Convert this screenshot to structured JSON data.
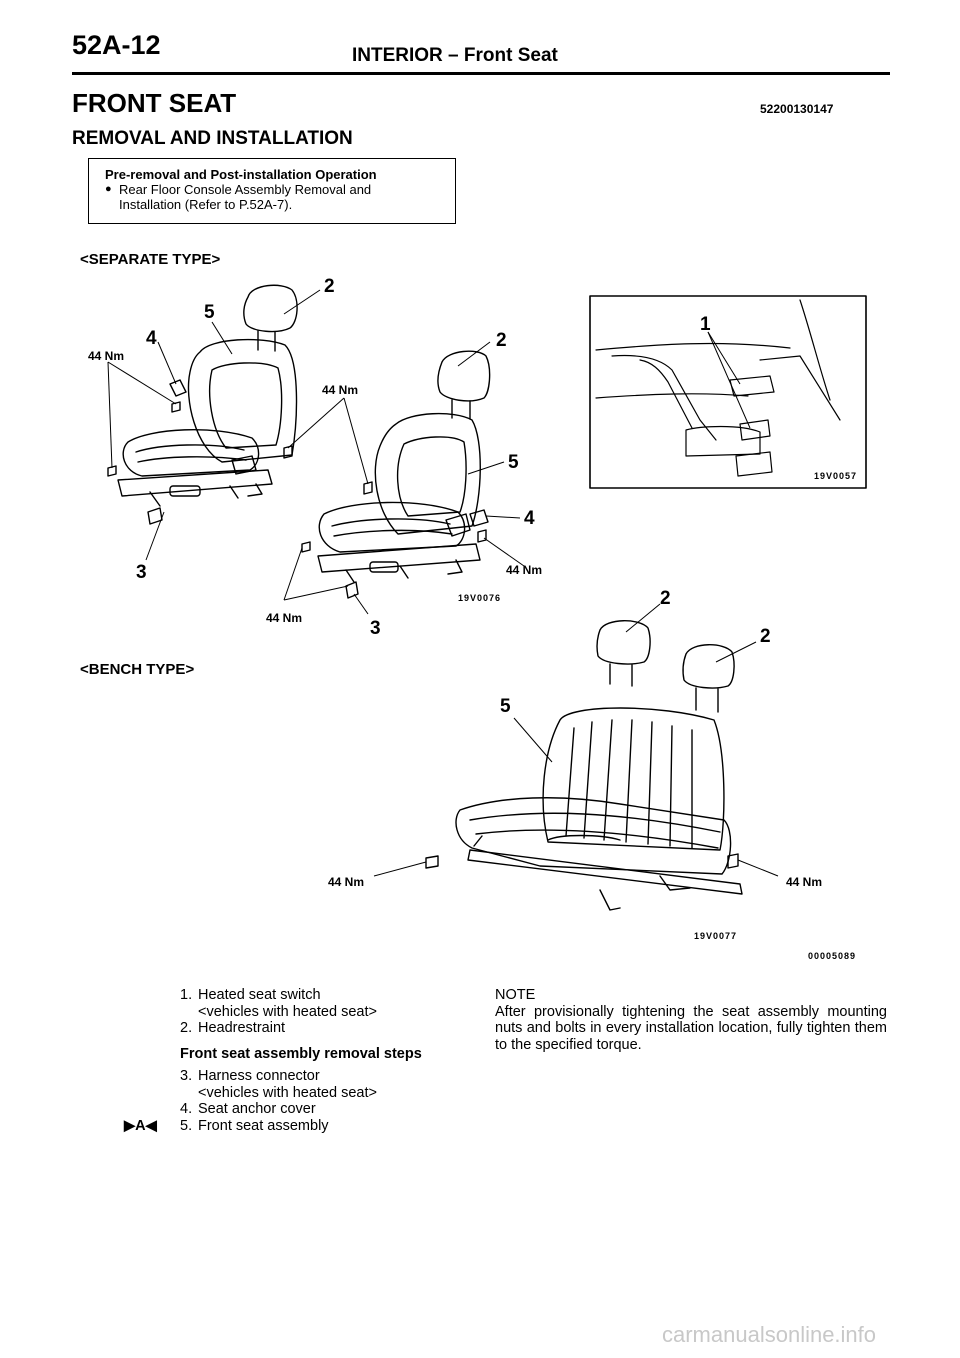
{
  "header": {
    "page_number": "52A-12",
    "title": "INTERIOR – Front Seat"
  },
  "section": {
    "title": "FRONT SEAT",
    "code": "52200130147",
    "subtitle": "REMOVAL AND INSTALLATION"
  },
  "pre_box": {
    "heading": "Pre-removal and Post-installation Operation",
    "bullet_symbol": "●",
    "item_line1": "Rear Floor Console Assembly Removal and",
    "item_line2": "Installation (Refer to P.52A-7)."
  },
  "separate": {
    "label": "<SEPARATE TYPE>",
    "callouts": {
      "c2a": "2",
      "c5a": "5",
      "c4a": "4",
      "c2b": "2",
      "c5b": "5",
      "c4b": "4",
      "c3a": "3",
      "c3b": "3",
      "c1": "1"
    },
    "torques": {
      "t1": "44 Nm",
      "t2": "44 Nm",
      "t3": "44 Nm",
      "t4": "44 Nm"
    },
    "figure_code": "19V0076",
    "inset_code": "19V0057"
  },
  "bench": {
    "label": "<BENCH TYPE>",
    "callouts": {
      "c2a": "2",
      "c2b": "2",
      "c5": "5"
    },
    "torques": {
      "t1": "44 Nm",
      "t2": "44 Nm"
    },
    "figure_code": "19V0077"
  },
  "diagram_code": "00005089",
  "legend": {
    "item1_num": "1.",
    "item1_label": "Heated seat switch",
    "item1_sub": "<vehicles with heated seat>",
    "item2_num": "2.",
    "item2_label": "Headrestraint",
    "steps_heading": "Front seat assembly removal steps",
    "item3_num": "3.",
    "item3_label": "Harness connector",
    "item3_sub": "<vehicles with heated seat>",
    "item4_num": "4.",
    "item4_label": "Seat anchor cover",
    "item5_mark": "▶A◀",
    "item5_num": "5.",
    "item5_label": "Front seat assembly"
  },
  "note": {
    "heading": "NOTE",
    "text": "After provisionally tightening the seat assembly mounting nuts and bolts in every installation location, fully tighten them to the specified torque."
  },
  "watermark": "carmanualsonline.info"
}
